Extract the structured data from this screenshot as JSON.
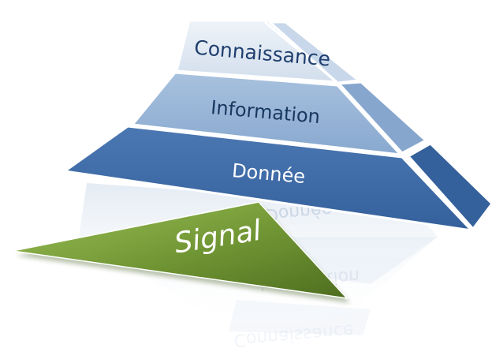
{
  "pyramid": {
    "levels": [
      {
        "label": "Connaissance",
        "front_color": "#dce6f1",
        "side_color": "#c5d5e8",
        "text_color": "#1f3f6e"
      },
      {
        "label": "Information",
        "front_color": "#95b3d7",
        "side_color": "#7e9fc9",
        "text_color": "#17375e"
      },
      {
        "label": "Donnée",
        "front_color": "#3f6ba8",
        "side_color": "#2f5893",
        "text_color": "#ffffff"
      }
    ],
    "base": {
      "label": "Signal",
      "color": "#6a8f2e",
      "color_light": "#98bd4e",
      "text_color": "#ffffff"
    }
  }
}
